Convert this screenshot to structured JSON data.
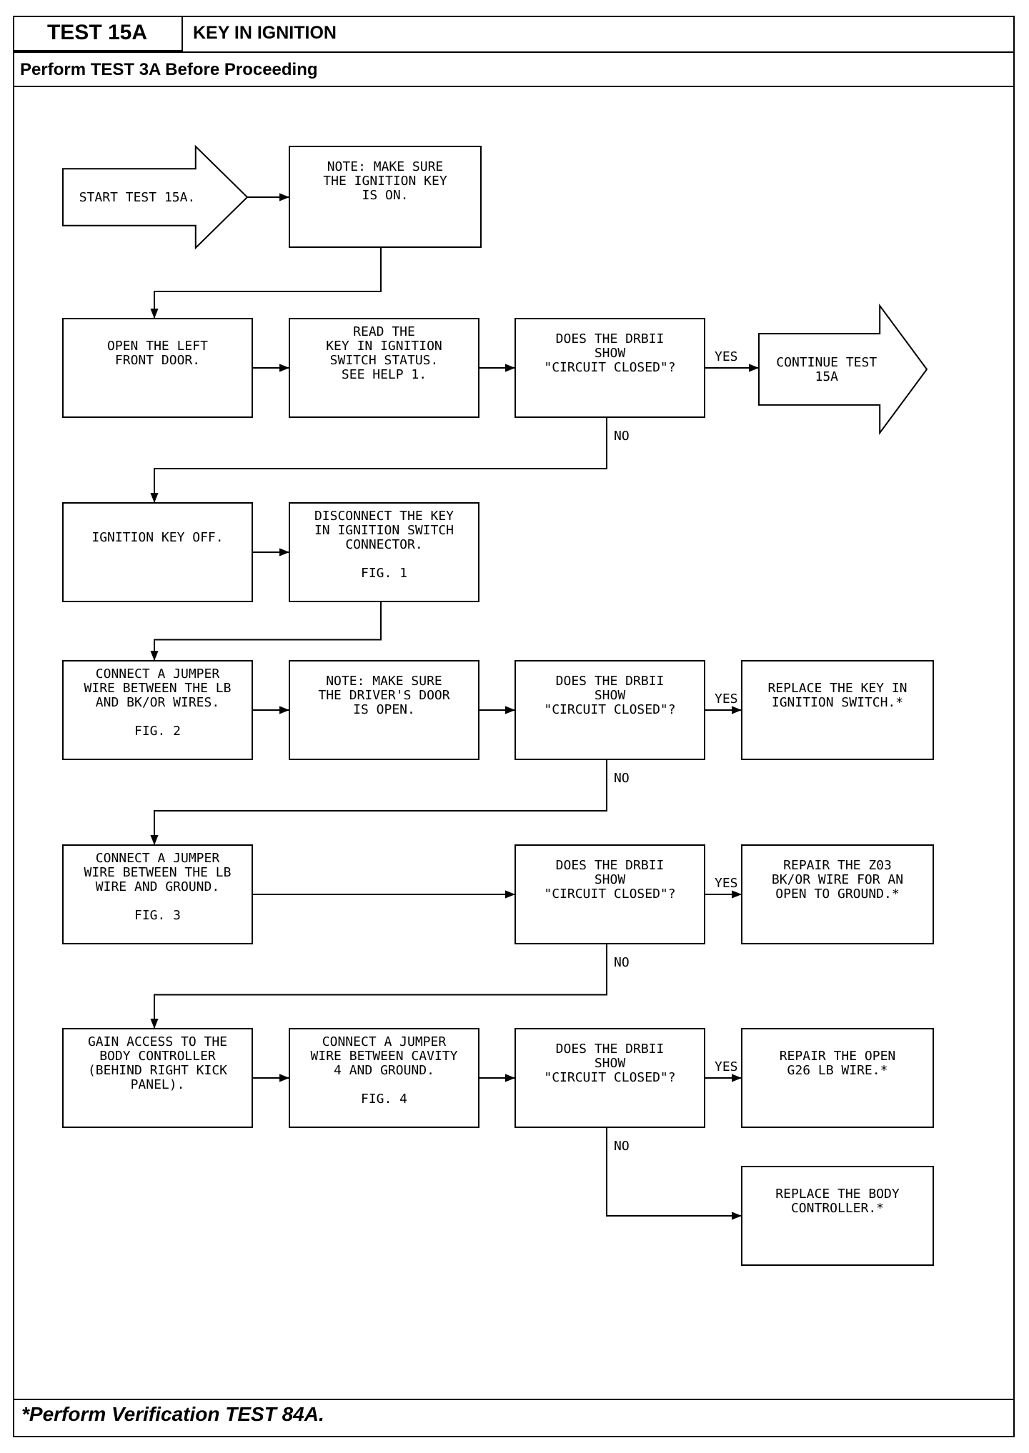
{
  "header": {
    "test_id": "TEST 15A",
    "title": "KEY IN IGNITION",
    "prerequisite": "Perform TEST 3A Before Proceeding"
  },
  "footer": {
    "note": "*Perform Verification TEST 84A."
  },
  "flowchart": {
    "nodes": [
      {
        "id": "start",
        "shape": "arrow",
        "lines": [
          "START TEST 15A."
        ]
      },
      {
        "id": "note_key_on",
        "shape": "box",
        "lines": [
          "NOTE: MAKE SURE",
          "THE IGNITION KEY",
          "IS ON."
        ]
      },
      {
        "id": "open_door",
        "shape": "box",
        "lines": [
          "OPEN THE LEFT",
          "FRONT DOOR."
        ]
      },
      {
        "id": "read_status",
        "shape": "box",
        "lines": [
          "READ THE",
          "KEY IN IGNITION",
          "SWITCH STATUS.",
          "SEE HELP 1."
        ]
      },
      {
        "id": "q1",
        "shape": "box",
        "lines": [
          "DOES THE DRBII",
          "SHOW",
          "\"CIRCUIT CLOSED\"?"
        ]
      },
      {
        "id": "continue",
        "shape": "arrow",
        "lines": [
          "CONTINUE TEST",
          "15A"
        ]
      },
      {
        "id": "key_off",
        "shape": "box",
        "lines": [
          "IGNITION KEY OFF."
        ]
      },
      {
        "id": "disconnect",
        "shape": "box",
        "lines": [
          "DISCONNECT THE KEY",
          "IN IGNITION SWITCH",
          "CONNECTOR.",
          "",
          "FIG. 1"
        ]
      },
      {
        "id": "jumper_lb_bkor",
        "shape": "box",
        "lines": [
          "CONNECT A JUMPER",
          "WIRE BETWEEN THE LB",
          "AND BK/OR WIRES.",
          "",
          "FIG. 2"
        ]
      },
      {
        "id": "note_door_open",
        "shape": "box",
        "lines": [
          "NOTE: MAKE SURE",
          "THE DRIVER'S DOOR",
          "IS OPEN."
        ]
      },
      {
        "id": "q2",
        "shape": "box",
        "lines": [
          "DOES THE DRBII",
          "SHOW",
          "\"CIRCUIT CLOSED\"?"
        ]
      },
      {
        "id": "replace_switch",
        "shape": "box",
        "lines": [
          "REPLACE THE KEY IN",
          "IGNITION SWITCH.*"
        ]
      },
      {
        "id": "jumper_lb_ground",
        "shape": "box",
        "lines": [
          "CONNECT A JUMPER",
          "WIRE BETWEEN THE LB",
          "WIRE AND GROUND.",
          "",
          "FIG. 3"
        ]
      },
      {
        "id": "q3",
        "shape": "box",
        "lines": [
          "DOES THE DRBII",
          "SHOW",
          "\"CIRCUIT CLOSED\"?"
        ]
      },
      {
        "id": "repair_z03",
        "shape": "box",
        "lines": [
          "REPAIR THE Z03",
          "BK/OR WIRE FOR AN",
          "OPEN TO GROUND.*"
        ]
      },
      {
        "id": "access_controller",
        "shape": "box",
        "lines": [
          "GAIN ACCESS TO THE",
          "BODY CONTROLLER",
          "(BEHIND RIGHT KICK",
          "PANEL)."
        ]
      },
      {
        "id": "jumper_cavity4",
        "shape": "box",
        "lines": [
          "CONNECT A JUMPER",
          "WIRE BETWEEN CAVITY",
          "4 AND GROUND.",
          "",
          "FIG. 4"
        ]
      },
      {
        "id": "q4",
        "shape": "box",
        "lines": [
          "DOES THE DRBII",
          "SHOW",
          "\"CIRCUIT CLOSED\"?"
        ]
      },
      {
        "id": "repair_g26",
        "shape": "box",
        "lines": [
          "REPAIR THE OPEN",
          "G26 LB WIRE.*"
        ]
      },
      {
        "id": "replace_controller",
        "shape": "box",
        "lines": [
          "REPLACE THE BODY",
          "CONTROLLER.*"
        ]
      }
    ],
    "edges": [
      {
        "from": "start",
        "to": "note_key_on",
        "label": ""
      },
      {
        "from": "note_key_on",
        "to": "open_door",
        "label": ""
      },
      {
        "from": "open_door",
        "to": "read_status",
        "label": ""
      },
      {
        "from": "read_status",
        "to": "q1",
        "label": ""
      },
      {
        "from": "q1",
        "to": "continue",
        "label": "YES"
      },
      {
        "from": "q1",
        "to": "key_off",
        "label": "NO"
      },
      {
        "from": "key_off",
        "to": "disconnect",
        "label": ""
      },
      {
        "from": "disconnect",
        "to": "jumper_lb_bkor",
        "label": ""
      },
      {
        "from": "jumper_lb_bkor",
        "to": "note_door_open",
        "label": ""
      },
      {
        "from": "note_door_open",
        "to": "q2",
        "label": ""
      },
      {
        "from": "q2",
        "to": "replace_switch",
        "label": "YES"
      },
      {
        "from": "q2",
        "to": "jumper_lb_ground",
        "label": "NO"
      },
      {
        "from": "jumper_lb_ground",
        "to": "q3",
        "label": ""
      },
      {
        "from": "q3",
        "to": "repair_z03",
        "label": "YES"
      },
      {
        "from": "q3",
        "to": "access_controller",
        "label": "NO"
      },
      {
        "from": "access_controller",
        "to": "jumper_cavity4",
        "label": ""
      },
      {
        "from": "jumper_cavity4",
        "to": "q4",
        "label": ""
      },
      {
        "from": "q4",
        "to": "repair_g26",
        "label": "YES"
      },
      {
        "from": "q4",
        "to": "replace_controller",
        "label": "NO"
      }
    ]
  }
}
